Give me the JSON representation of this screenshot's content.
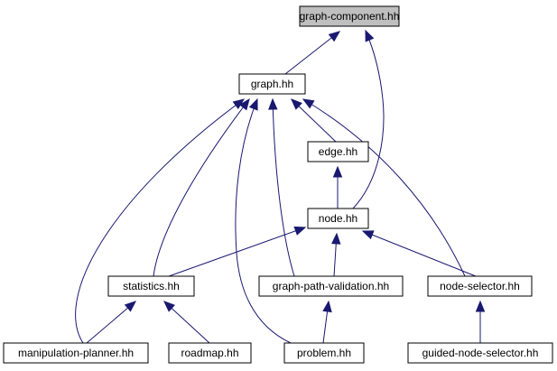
{
  "diagram": {
    "colors": {
      "edge": "#191970",
      "node_fill": "#ffffff",
      "highlight_fill": "#bfbfbf",
      "node_stroke": "#000000"
    },
    "nodes": [
      {
        "id": "graph-component",
        "label": "graph-component.hh",
        "highlight": true
      },
      {
        "id": "graph",
        "label": "graph.hh"
      },
      {
        "id": "edge",
        "label": "edge.hh"
      },
      {
        "id": "node",
        "label": "node.hh"
      },
      {
        "id": "statistics",
        "label": "statistics.hh"
      },
      {
        "id": "graph-path-validation",
        "label": "graph-path-validation.hh"
      },
      {
        "id": "node-selector",
        "label": "node-selector.hh"
      },
      {
        "id": "manipulation-planner",
        "label": "manipulation-planner.hh"
      },
      {
        "id": "roadmap",
        "label": "roadmap.hh"
      },
      {
        "id": "problem",
        "label": "problem.hh"
      },
      {
        "id": "guided-node-selector",
        "label": "guided-node-selector.hh"
      }
    ],
    "edges": [
      {
        "from": "graph",
        "to": "graph-component"
      },
      {
        "from": "node",
        "to": "graph-component"
      },
      {
        "from": "edge",
        "to": "graph"
      },
      {
        "from": "statistics",
        "to": "graph"
      },
      {
        "from": "graph-path-validation",
        "to": "graph"
      },
      {
        "from": "node-selector",
        "to": "graph"
      },
      {
        "from": "manipulation-planner",
        "to": "graph"
      },
      {
        "from": "problem",
        "to": "graph"
      },
      {
        "from": "node",
        "to": "edge"
      },
      {
        "from": "statistics",
        "to": "node"
      },
      {
        "from": "graph-path-validation",
        "to": "node"
      },
      {
        "from": "node-selector",
        "to": "node"
      },
      {
        "from": "manipulation-planner",
        "to": "statistics"
      },
      {
        "from": "roadmap",
        "to": "statistics"
      },
      {
        "from": "problem",
        "to": "graph-path-validation"
      },
      {
        "from": "guided-node-selector",
        "to": "node-selector"
      }
    ]
  }
}
